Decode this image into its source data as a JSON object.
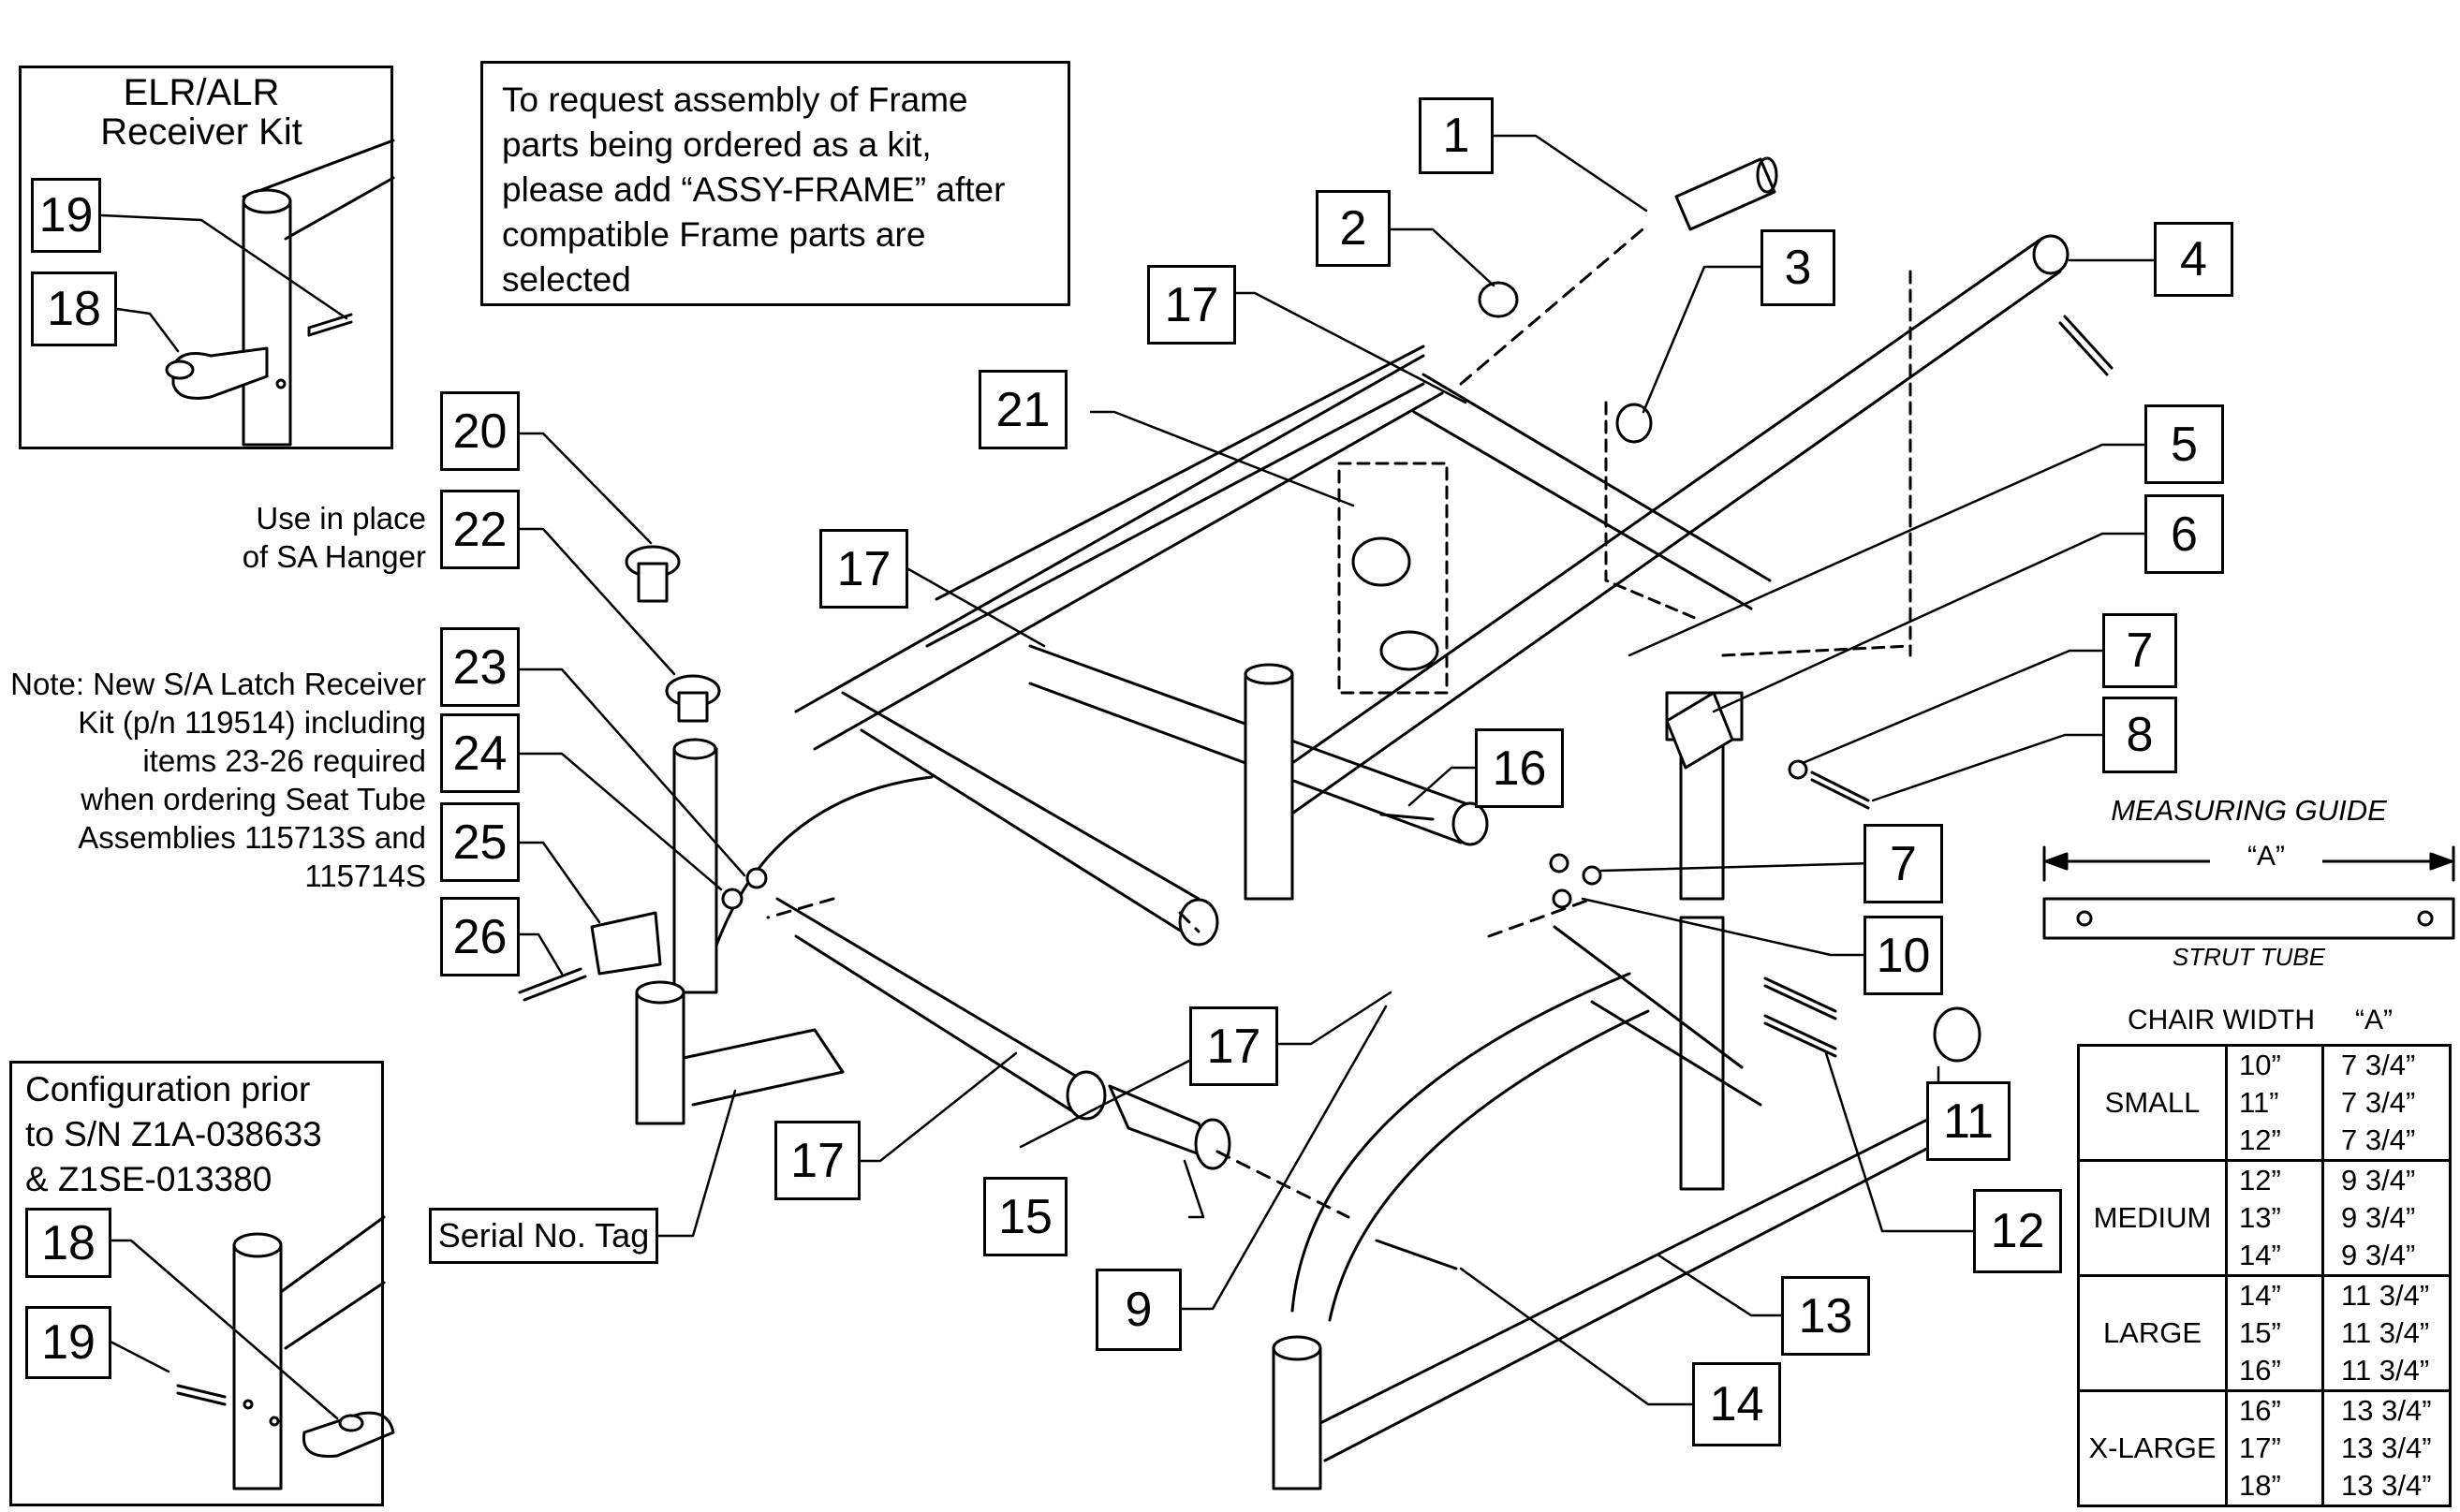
{
  "receiver_kit": {
    "title_line1": "ELR/ALR",
    "title_line2": "Receiver Kit",
    "callouts": [
      "19",
      "18"
    ]
  },
  "assembly_note": {
    "lines": [
      "To request assembly of Frame",
      "parts being ordered as a kit,",
      "please add “ASSY-FRAME” after",
      "compatible Frame parts are",
      "selected"
    ]
  },
  "sa_hanger_note": {
    "lines": [
      "Use in place",
      "of SA Hanger"
    ]
  },
  "latch_note": {
    "lines": [
      "Note: New S/A Latch Receiver",
      "Kit (p/n 119514) including",
      "items 23-26 required",
      "when ordering Seat Tube",
      "Assemblies 115713S and",
      "115714S"
    ]
  },
  "prior_config": {
    "lines": [
      "Configuration prior",
      "to S/N Z1A-038633",
      "& Z1SE-013380"
    ],
    "callouts": [
      "18",
      "19"
    ]
  },
  "serial_tag": "Serial No. Tag",
  "callouts": {
    "c1": "1",
    "c2": "2",
    "c3": "3",
    "c4": "4",
    "c5": "5",
    "c6": "6",
    "c7a": "7",
    "c7b": "7",
    "c8": "8",
    "c9": "9",
    "c10": "10",
    "c11": "11",
    "c12": "12",
    "c13": "13",
    "c14": "14",
    "c15": "15",
    "c16": "16",
    "c17a": "17",
    "c17b": "17",
    "c17c": "17",
    "c17d": "17",
    "c20": "20",
    "c21": "21",
    "c22": "22",
    "c23": "23",
    "c24": "24",
    "c25": "25",
    "c26": "26"
  },
  "measuring_guide": {
    "title": "MEASURING GUIDE",
    "dimension": "“A”",
    "caption": "STRUT TUBE"
  },
  "size_table": {
    "header_width": "CHAIR WIDTH",
    "header_a": "“A”",
    "rows": [
      {
        "size": "SMALL",
        "widths": [
          "10”",
          "11”",
          "12”"
        ],
        "a": [
          "7 3/4”",
          "7 3/4”",
          "7 3/4”"
        ]
      },
      {
        "size": "MEDIUM",
        "widths": [
          "12”",
          "13”",
          "14”"
        ],
        "a": [
          "9 3/4”",
          "9 3/4”",
          "9 3/4”"
        ]
      },
      {
        "size": "LARGE",
        "widths": [
          "14”",
          "15”",
          "16”"
        ],
        "a": [
          "11 3/4”",
          "11 3/4”",
          "11 3/4”"
        ]
      },
      {
        "size": "X-LARGE",
        "widths": [
          "16”",
          "17”",
          "18”"
        ],
        "a": [
          "13 3/4”",
          "13 3/4”",
          "13 3/4”"
        ]
      }
    ]
  }
}
